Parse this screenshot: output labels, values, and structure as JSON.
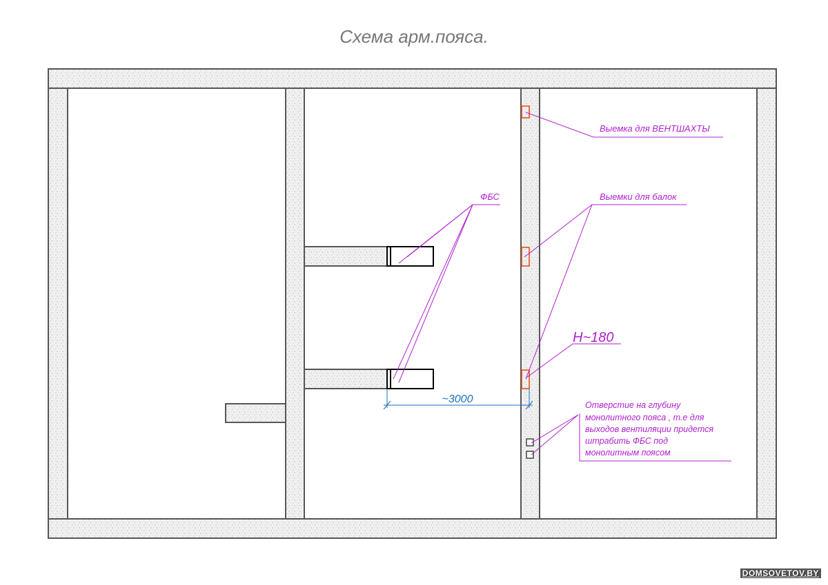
{
  "title": "Схема арм.пояса.",
  "labels": {
    "vent_shaft": "Выемка для ВЕНТШАХТЫ",
    "fbs": "ФБС",
    "beam_notches": "Выемки для балок",
    "height": "H~180",
    "dimension": "~3000",
    "note_lines": [
      "Отверстие на глубину",
      "монолитного пояса , т.е для",
      "выходов вентиляции придется",
      "штрабить ФБС под",
      "монолитным поясом"
    ]
  },
  "watermark": "DOMSOVETOV.BY",
  "colors": {
    "annotation": "#b020d0",
    "notch": "#e04a10",
    "dimension": "#1a6fc0",
    "title": "#777777"
  }
}
